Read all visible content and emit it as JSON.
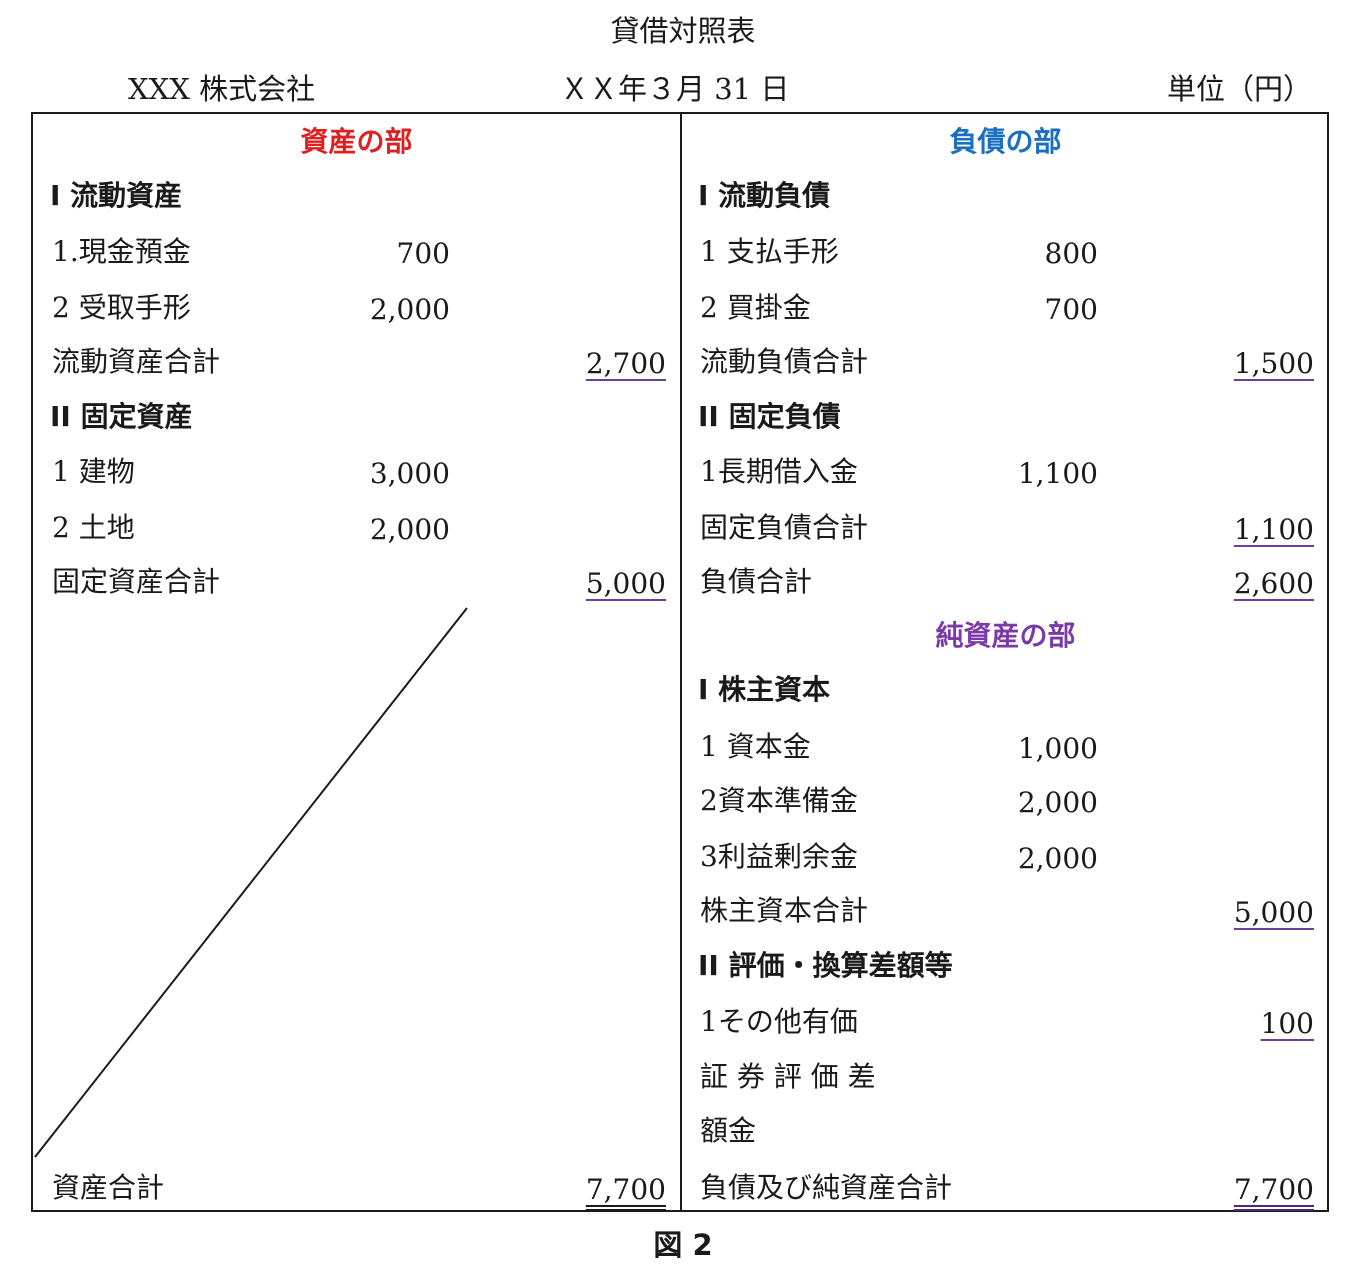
{
  "header": {
    "title": "貸借対照表",
    "company": "XXX 株式会社",
    "date": "ＸＸ年３月 31 日",
    "unit": "単位（円）"
  },
  "colors": {
    "assets_section": "#e02020",
    "liabilities_section": "#1a6fc0",
    "net_assets_section": "#7a3aa8",
    "underline": "#6a3fa0"
  },
  "assets": {
    "section_title": "資産の部",
    "current_head": "I 流動資産",
    "cash_label": "1.現金預金",
    "cash_value": "700",
    "notes_label": "2 受取手形",
    "notes_value": "2,000",
    "current_total_label": "流動資産合計",
    "current_total_value": "2,700",
    "fixed_head": "II 固定資産",
    "building_label": "1 建物",
    "building_value": "3,000",
    "land_label": "2 土地",
    "land_value": "2,000",
    "fixed_total_label": "固定資産合計",
    "fixed_total_value": "5,000",
    "total_label": "資産合計",
    "total_value": "7,700"
  },
  "liabilities": {
    "section_title": "負債の部",
    "current_head": "I 流動負債",
    "notes_label": "1 支払手形",
    "notes_value": "800",
    "payable_label": "2 買掛金",
    "payable_value": "700",
    "current_total_label": "流動負債合計",
    "current_total_value": "1,500",
    "fixed_head": "II 固定負債",
    "longterm_label": "1長期借入金",
    "longterm_value": "1,100",
    "fixed_total_label": "固定負債合計",
    "fixed_total_value": "1,100",
    "total_label": "負債合計",
    "total_value": "2,600"
  },
  "net_assets": {
    "section_title": "純資産の部",
    "equity_head": "I 株主資本",
    "capital_label": "1 資本金",
    "capital_value": "1,000",
    "reserve_label": "2資本準備金",
    "reserve_value": "2,000",
    "retained_label": "3利益剰余金",
    "retained_value": "2,000",
    "equity_total_label": "株主資本合計",
    "equity_total_value": "5,000",
    "valuation_head": "II 評価・換算差額等",
    "securities_label_1": "1その他有価",
    "securities_label_2": "証 券 評 価 差",
    "securities_label_3": "額金",
    "securities_value": "100",
    "grand_total_label": "負債及び純資産合計",
    "grand_total_value": "7,700"
  },
  "caption": "図 2"
}
